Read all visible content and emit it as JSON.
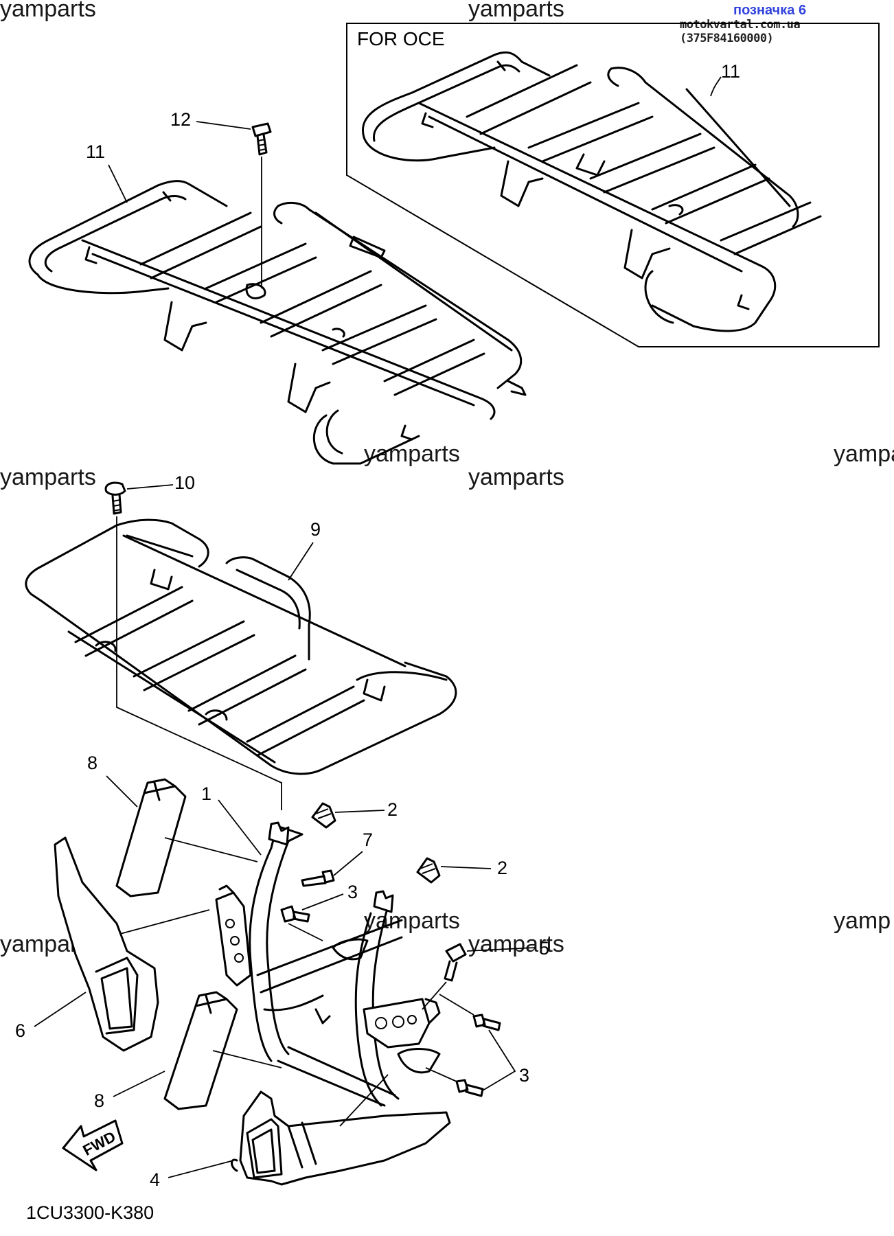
{
  "watermarks": {
    "w1": "yamparts",
    "w2": "yamparts",
    "w3": "yamparts",
    "w4": "yamparts",
    "w5": "yampa",
    "w6": "yamparts",
    "w7": "yamparts",
    "w8": "yamparts",
    "w9": "yamp",
    "w10": "yamparts"
  },
  "marker": "позначка 6",
  "site": "motokvartal.com.ua (375F84160000)",
  "inset_title": "FOR OCE",
  "part_code": "1CU3300-K380",
  "fwd_label": "FWD",
  "callouts": {
    "c1": "1",
    "c2a": "2",
    "c2b": "2",
    "c3a": "3",
    "c3b": "3",
    "c4": "4",
    "c5": "5",
    "c6": "6",
    "c7": "7",
    "c8a": "8",
    "c8b": "8",
    "c9": "9",
    "c10": "10",
    "c11a": "11",
    "c11b": "11",
    "c12": "12"
  }
}
